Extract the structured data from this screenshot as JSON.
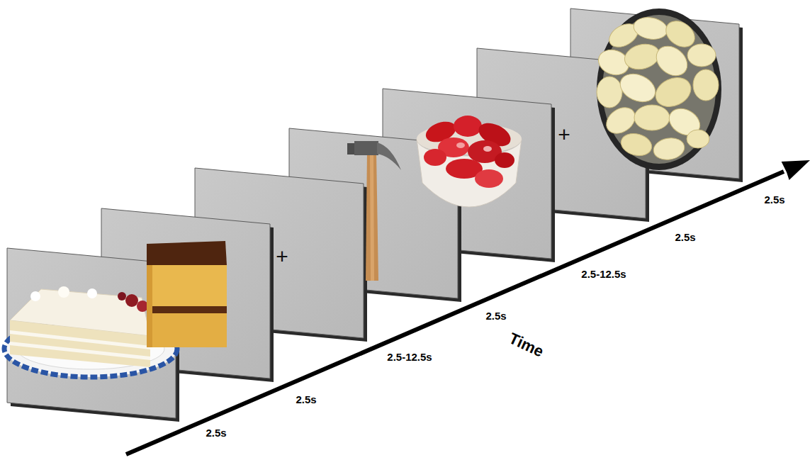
{
  "diagram": {
    "nodes": [
      {
        "text": [
          "+"
        ]
      },
      {
        "text": [
          "+"
        ]
      }
    ],
    "edges": [],
    "labels": [
      "2.5s",
      "2.5s",
      "2.5-12.5s",
      "2.5s",
      "Time",
      "2.5-12.5s",
      "2.5s",
      "2.5s"
    ]
  }
}
